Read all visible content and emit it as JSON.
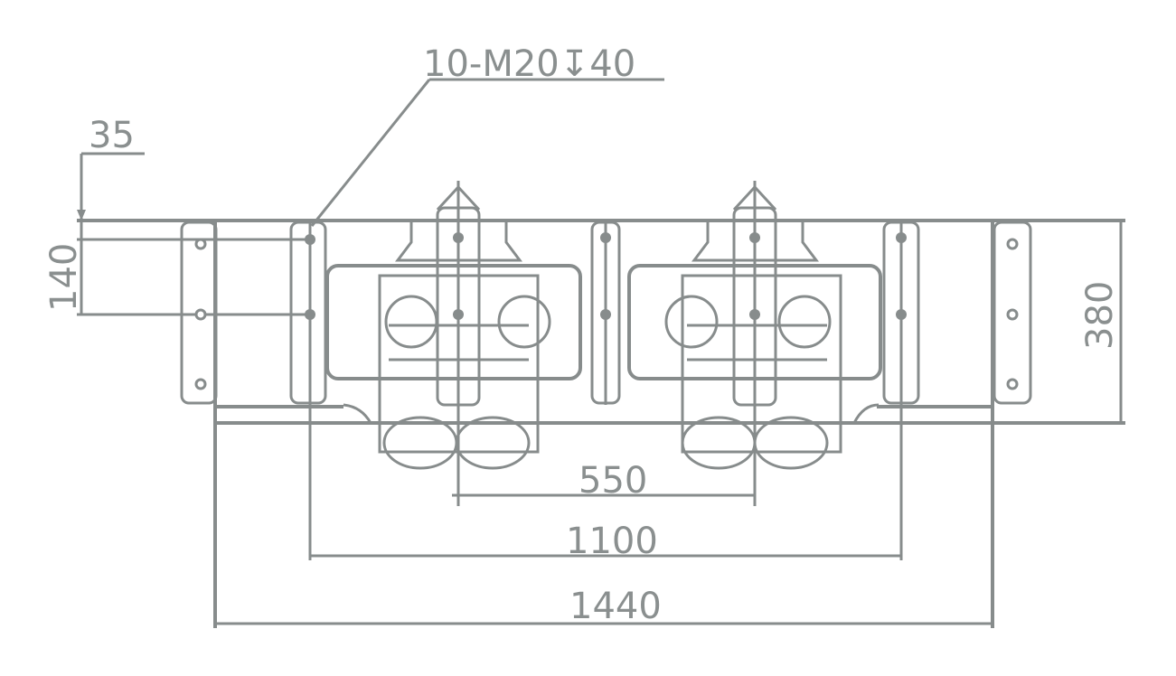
{
  "drawing": {
    "hole_callout": "10-M20↧40",
    "dimensions": {
      "edge_offset": "35",
      "hole_pitch_vertical": "140",
      "height": "380",
      "pole_spacing": "550",
      "mount_span": "1100",
      "overall_width": "1440"
    }
  },
  "colors": {
    "line": "#878c8c",
    "text": "#8a8f8f",
    "background": "#ffffff"
  }
}
